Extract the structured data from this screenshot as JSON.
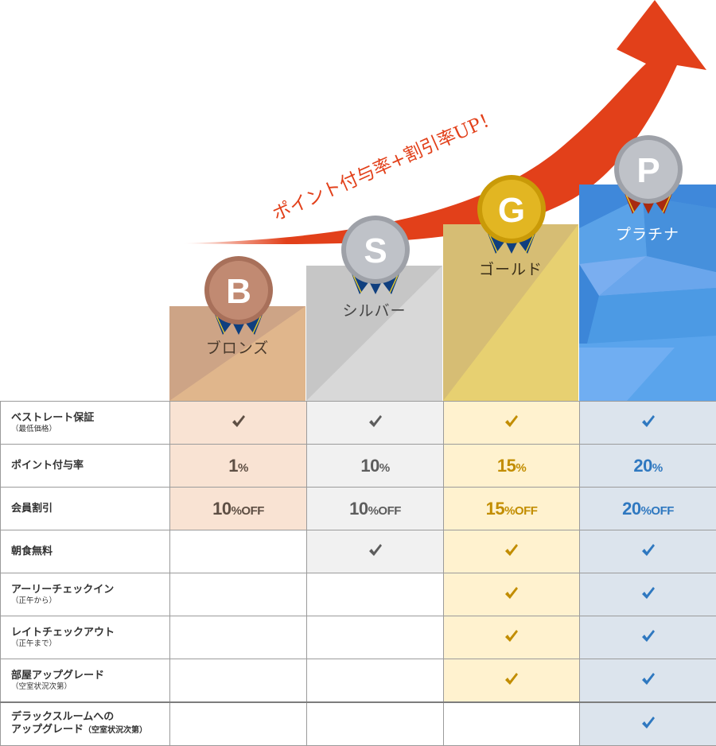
{
  "hero": {
    "slogan": "ポイント付与率+割引率UP！",
    "tiers": [
      {
        "key": "bronze",
        "letter": "B",
        "label": "ブロンズ",
        "color": "#e0b68c"
      },
      {
        "key": "silver",
        "letter": "S",
        "label": "シルバー",
        "color": "#d6d6d6"
      },
      {
        "key": "gold",
        "letter": "G",
        "label": "ゴールド",
        "color": "#e8d070"
      },
      {
        "key": "platinum",
        "letter": "P",
        "label": "プラチナ",
        "color": "#4a93e0"
      }
    ]
  },
  "table": {
    "rows": [
      {
        "label": "ベストレート保証",
        "sub": "（最低価格）",
        "cells": [
          "check",
          "check",
          "check",
          "check"
        ]
      },
      {
        "label": "ポイント付与率",
        "sub": "",
        "cells": [
          {
            "num": "1",
            "unit": "%"
          },
          {
            "num": "10",
            "unit": "%"
          },
          {
            "num": "15",
            "unit": "%"
          },
          {
            "num": "20",
            "unit": "%"
          }
        ]
      },
      {
        "label": "会員割引",
        "sub": "",
        "cells": [
          {
            "num": "10",
            "unit": "%OFF"
          },
          {
            "num": "10",
            "unit": "%OFF"
          },
          {
            "num": "15",
            "unit": "%OFF"
          },
          {
            "num": "20",
            "unit": "%OFF"
          }
        ]
      },
      {
        "label": "朝食無料",
        "sub": "",
        "cells": [
          "",
          "check",
          "check",
          "check"
        ]
      },
      {
        "label": "アーリーチェックイン",
        "sub": "（正午から）",
        "cells": [
          "",
          "",
          "check",
          "check"
        ]
      },
      {
        "label": "レイトチェックアウト",
        "sub": "（正午まで）",
        "cells": [
          "",
          "",
          "check",
          "check"
        ]
      },
      {
        "label": "部屋アップグレード",
        "sub": "（空室状況次第）",
        "cells": [
          "",
          "",
          "check",
          "check"
        ]
      },
      {
        "label": "デラックスルームへの",
        "label2": "アップグレード",
        "sub": "（空室状況次第）",
        "cells": [
          "",
          "",
          "",
          "check"
        ]
      }
    ]
  },
  "colors": {
    "arrow": "#e2401a",
    "bronze_text": "#5e4f44",
    "silver_text": "#5d5d5d",
    "gold_text": "#c28d00",
    "platinum_text": "#2f78c0"
  }
}
